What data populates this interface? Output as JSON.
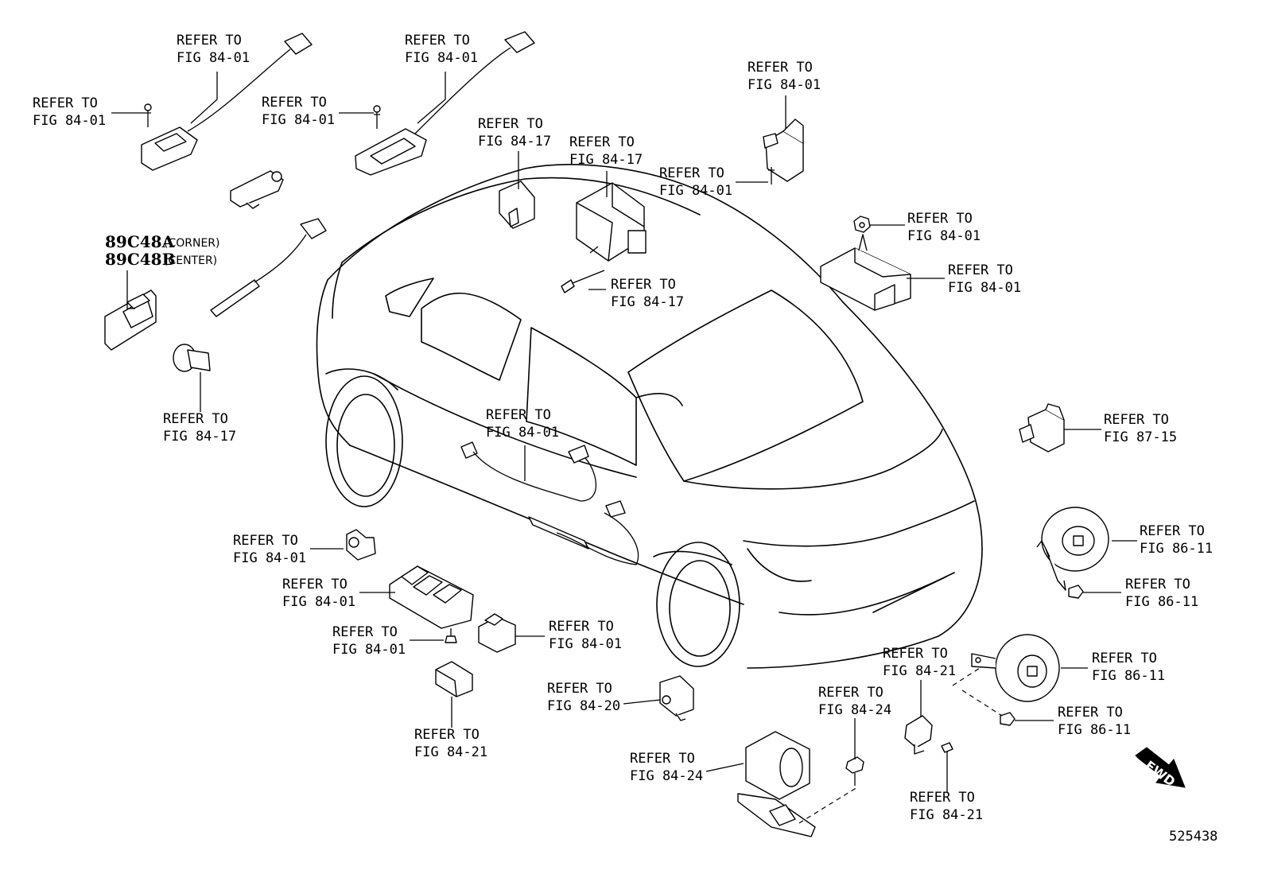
{
  "callouts": [
    {
      "line1": "REFER TO",
      "line2": "FIG 84-01"
    },
    {
      "line1": "REFER TO",
      "line2": "FIG 84-01"
    },
    {
      "line1": "REFER TO",
      "line2": "FIG 84-01"
    },
    {
      "line1": "REFER TO",
      "line2": "FIG 84-01"
    },
    {
      "line1": "REFER TO",
      "line2": "FIG 84-17"
    },
    {
      "line1": "REFER TO",
      "line2": "FIG 84-17"
    },
    {
      "line1": "REFER TO",
      "line2": "FIG 84-01"
    },
    {
      "line1": "REFER TO",
      "line2": "FIG 84-01"
    },
    {
      "line1": "REFER TO",
      "line2": "FIG 84-01"
    },
    {
      "line1": "REFER TO",
      "line2": "FIG 84-17"
    },
    {
      "line1": "REFER TO",
      "line2": "FIG 84-01"
    },
    {
      "line1": "REFER TO",
      "line2": "FIG 84-17"
    },
    {
      "line1": "REFER TO",
      "line2": "FIG 84-01"
    },
    {
      "line1": "REFER TO",
      "line2": "FIG 87-15"
    },
    {
      "line1": "REFER TO",
      "line2": "FIG 84-01"
    },
    {
      "line1": "REFER TO",
      "line2": "FIG 86-11"
    },
    {
      "line1": "REFER TO",
      "line2": "FIG 84-01"
    },
    {
      "line1": "REFER TO",
      "line2": "FIG 86-11"
    },
    {
      "line1": "REFER TO",
      "line2": "FIG 84-01"
    },
    {
      "line1": "REFER TO",
      "line2": "FIG 84-01"
    },
    {
      "line1": "REFER TO",
      "line2": "FIG 86-11"
    },
    {
      "line1": "REFER TO",
      "line2": "FIG 84-21"
    },
    {
      "line1": "REFER TO",
      "line2": "FIG 84-20"
    },
    {
      "line1": "REFER TO",
      "line2": "FIG 84-24"
    },
    {
      "line1": "REFER TO",
      "line2": "FIG 86-11"
    },
    {
      "line1": "REFER TO",
      "line2": "FIG 84-21"
    },
    {
      "line1": "REFER TO",
      "line2": "FIG 84-24"
    },
    {
      "line1": "REFER TO",
      "line2": "FIG 84-21"
    }
  ],
  "part_numbers": [
    {
      "number": "89C48A",
      "note": "(CORNER)"
    },
    {
      "number": "89C48B",
      "note": "(CENTER)"
    }
  ],
  "fwd_label": "FWD",
  "diagram_id": "525438"
}
